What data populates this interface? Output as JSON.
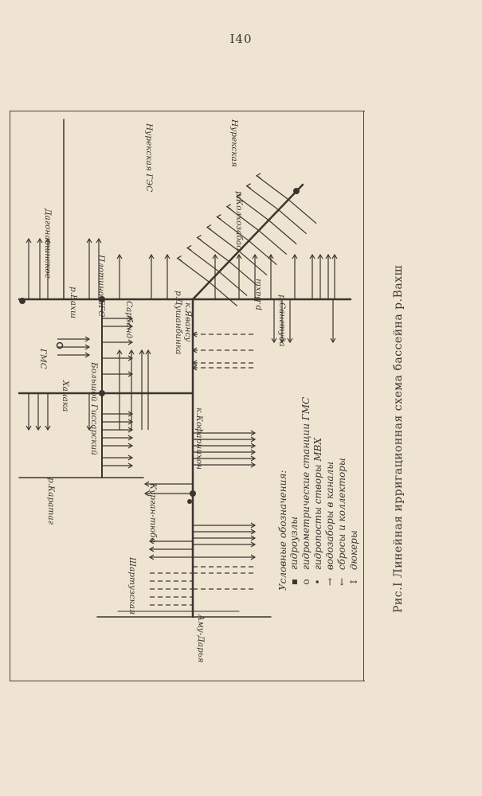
{
  "page_number": "I40",
  "caption": "Рис.I Линейная ирригационная схема бассейна р.Вахш",
  "legend": {
    "title": "Условные обозначения:",
    "items": [
      {
        "symbol": "▪",
        "label": "гидроузлы"
      },
      {
        "symbol": "o",
        "label": "гидрометрические станции ГМС"
      },
      {
        "symbol": "•",
        "label": "гидропосты створы МВХ"
      },
      {
        "symbol": "→",
        "label": "водозаборы в каналы"
      },
      {
        "symbol": "←",
        "label": "сбросы и коллекторы"
      },
      {
        "symbol": "↕",
        "label": "дюкеры"
      }
    ]
  },
  "labels": {
    "dagana": "Дагонатинское",
    "plotina": "Плотино БГС",
    "vakhsh": "р.Вахш",
    "vakhsh2": "р.Вахш",
    "yavan": "к.Явансу",
    "sangtuda": "р.Сангтуда",
    "gms_code": "ГМС",
    "nurek": "Нурекская ГЭС",
    "nurek2": "Нурекская",
    "kofarnihon": "к.Кофарнихон",
    "kolkhozabad": "р.Колхозабад",
    "kurgan": "Курган-тюбе",
    "shartuz": "Шартузская",
    "amu": "Аму-Дарья",
    "sarband": "Сарбанд",
    "karatag": "р.Каратаг",
    "khanaka": "Ханака",
    "big": "Большой Гиссарский",
    "dushanbinka": "р.Душанбинка"
  },
  "colors": {
    "paper": "#efe4d2",
    "ink": "#3a352f"
  }
}
